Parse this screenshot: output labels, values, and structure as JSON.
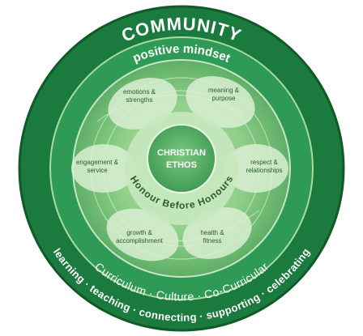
{
  "rings": {
    "outer_top": "COMMUNITY",
    "outer_bottom": "learning · teaching · connecting · supporting · celebrating",
    "second_top": "positive mindset",
    "second_bottom": "Curriculum · Culture · Co-Curricular"
  },
  "center": {
    "line1": "CHRISTIAN",
    "line2": "ETHOS",
    "motto": "Honour Before Honours"
  },
  "petals": [
    {
      "line1": "emotions &",
      "line2": "strengths"
    },
    {
      "line1": "meaning &",
      "line2": "purpose"
    },
    {
      "line1": "respect &",
      "line2": "relationships"
    },
    {
      "line1": "health &",
      "line2": "fitness"
    },
    {
      "line1": "growth &",
      "line2": "accomplishment"
    },
    {
      "line1": "engagement &",
      "line2": "service"
    }
  ],
  "colors": {
    "outer_ring": "#1b7a3e",
    "outer_ring_dark": "#14662f",
    "inner_ring": "#2f9a55",
    "core_field": "#8fcf8a",
    "petal": "#d9efd2",
    "center_disc": "#5fb86a",
    "center_ring": "#c6e8bf",
    "text_light": "#ffffff",
    "text_dark": "#2b5a33"
  }
}
